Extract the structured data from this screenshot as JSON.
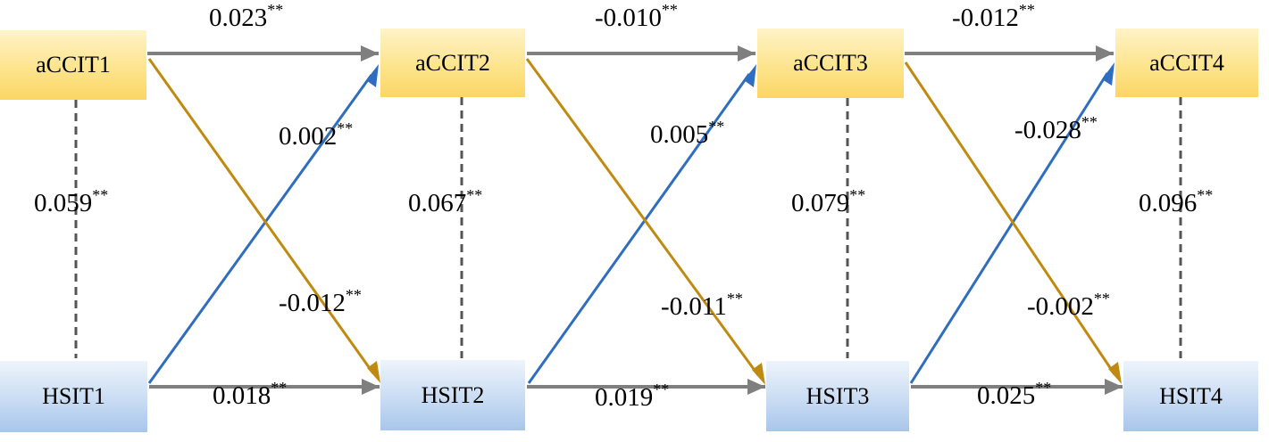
{
  "nodes": {
    "acc1": "aCCIT1",
    "acc2": "aCCIT2",
    "acc3": "aCCIT3",
    "acc4": "aCCIT4",
    "hs1": "HSIT1",
    "hs2": "HSIT2",
    "hs3": "HSIT3",
    "hs4": "HSIT4"
  },
  "significance_marker": "**",
  "paths": {
    "acc_1_2": "0.023",
    "acc_2_3": "-0.010",
    "acc_3_4": "-0.012",
    "hs_1_2": "0.018",
    "hs_2_3": "0.019",
    "hs_3_4": "0.025",
    "hs_to_acc_1_2": "0.002",
    "hs_to_acc_2_3": "0.005",
    "hs_to_acc_3_4": "-0.028",
    "acc_to_hs_1_2": "-0.012",
    "acc_to_hs_2_3": "-0.011",
    "acc_to_hs_3_4": "-0.002",
    "corr_1": "0.059",
    "corr_2": "0.067",
    "corr_3": "0.079",
    "corr_4": "0.096"
  },
  "colors": {
    "autoregressive": "#7f7f7f",
    "hs_to_acc": "#2e6dc0",
    "acc_to_hs": "#c08a10",
    "correlation": "#555555"
  }
}
